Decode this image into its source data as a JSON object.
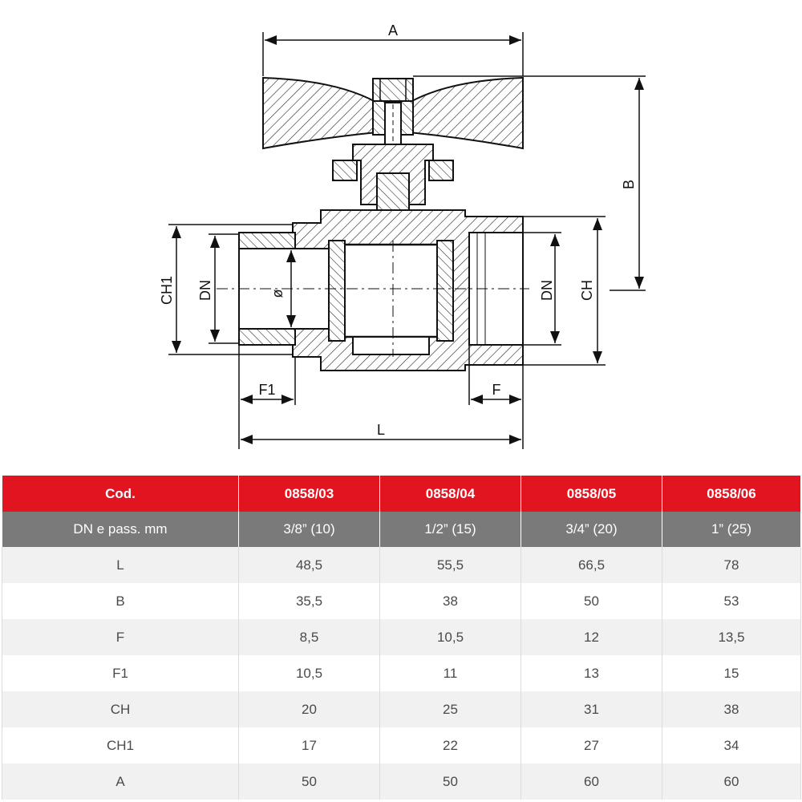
{
  "drawing": {
    "labels": {
      "a": "A",
      "b": "B",
      "l": "L",
      "ch1": "CH1",
      "dn_left": "DN",
      "dn_right": "DN",
      "ch": "CH",
      "f1": "F1",
      "f": "F",
      "phi": "ø"
    }
  },
  "table": {
    "header_label": "Cod.",
    "codes": [
      "0858/03",
      "0858/04",
      "0858/05",
      "0858/06"
    ],
    "dn_label": "DN e pass. mm",
    "dn_values": [
      "3/8” (10)",
      "1/2” (15)",
      "3/4” (20)",
      "1” (25)"
    ],
    "rows": [
      {
        "label": "L",
        "values": [
          "48,5",
          "55,5",
          "66,5",
          "78"
        ]
      },
      {
        "label": "B",
        "values": [
          "35,5",
          "38",
          "50",
          "53"
        ]
      },
      {
        "label": "F",
        "values": [
          "8,5",
          "10,5",
          "12",
          "13,5"
        ]
      },
      {
        "label": "F1",
        "values": [
          "10,5",
          "11",
          "13",
          "15"
        ]
      },
      {
        "label": "CH",
        "values": [
          "20",
          "25",
          "31",
          "38"
        ]
      },
      {
        "label": "CH1",
        "values": [
          "17",
          "22",
          "27",
          "34"
        ]
      },
      {
        "label": "A",
        "values": [
          "50",
          "50",
          "60",
          "60"
        ]
      }
    ]
  },
  "colors": {
    "header_red": "#e2141f",
    "dn_gray": "#7a7a7a",
    "stripe": "#f1f1f1"
  }
}
